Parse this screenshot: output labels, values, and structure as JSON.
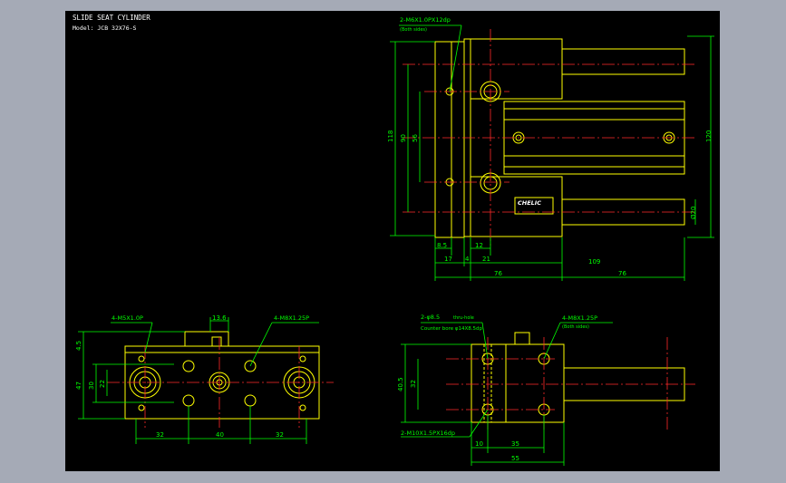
{
  "title_block": {
    "title": "SLIDE SEAT CYLINDER",
    "model": "Model: JCB 32X76-S"
  },
  "top_view": {
    "callout_m6": "2-M6X1.0PX12dp",
    "callout_m6_sub": "(Both sides)",
    "dim_118": "118",
    "dim_90": "90",
    "dim_56": "56",
    "dim_120": "120",
    "dim_phi20": "Ø20",
    "dim_8_5": "8.5",
    "dim_17": "17",
    "dim_4": "4",
    "dim_21": "21",
    "dim_12": "12",
    "dim_76a": "76",
    "dim_109": "109",
    "dim_76b": "76",
    "brand": "CHELIC"
  },
  "front_view": {
    "callout_m5": "4-M5X1.0P",
    "callout_m8": "4-M8X1.25P",
    "dim_13_6": "13.6",
    "dim_4_5": "4.5",
    "dim_47": "47",
    "dim_30": "30",
    "dim_22": "22",
    "dim_32a": "32",
    "dim_40": "40",
    "dim_32b": "32"
  },
  "side_view": {
    "callout_phi": "2-φ8.5",
    "callout_phi_thru": "thru-hole",
    "callout_cbore": "Counter bore φ14X8.5dp",
    "callout_m8": "4-M8X1.25P",
    "callout_m8_sub": "(Both sides)",
    "callout_m10": "2-M10X1.5PX16dp",
    "dim_40_5": "40.5",
    "dim_32": "32",
    "dim_10": "10",
    "dim_35": "35",
    "dim_55": "55"
  }
}
